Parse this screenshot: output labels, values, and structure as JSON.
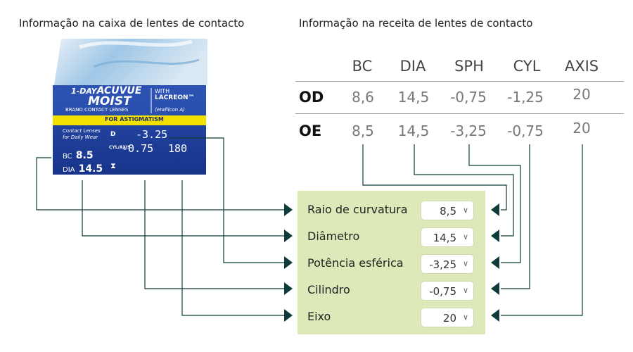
{
  "headings": {
    "box_info": "Informação na caixa de lentes de contacto",
    "prescription_info": "Informação na receita de lentes de contacto"
  },
  "prescription": {
    "columns": [
      "BC",
      "DIA",
      "SPH",
      "CYL",
      "AXIS"
    ],
    "rows": [
      {
        "label": "OD",
        "values": [
          "8,6",
          "14,5",
          "-0,75",
          "-1,25",
          "20"
        ]
      },
      {
        "label": "OE",
        "values": [
          "8,5",
          "14,5",
          "-3,25",
          "-0,75",
          "20"
        ]
      }
    ]
  },
  "box": {
    "brand_prefix": "1-DAY",
    "brand_name": "ACUVUE",
    "product": "MOIST",
    "with_label": "WITH",
    "lacreon": "LACREON™",
    "subtitle": "BRAND CONTACT LENSES",
    "material": "(etafilcon A)",
    "variant": "FOR ASTIGMATISM",
    "usage_line1": "Contact Lenses",
    "usage_line2": "for Daily Wear",
    "d_label": "D",
    "sph": "-3.25",
    "cyl_label": "CYL/AXIS",
    "cyl": "-0.75",
    "axis": "180",
    "bc_label": "BC",
    "bc": "8.5",
    "dia_label": "DIA",
    "dia": "14.5"
  },
  "form": {
    "fields": [
      {
        "label": "Raio de curvatura",
        "value": "8,5"
      },
      {
        "label": "Diâmetro",
        "value": "14,5"
      },
      {
        "label": "Potência esférica",
        "value": "-3,25"
      },
      {
        "label": "Cilindro",
        "value": "-0,75"
      },
      {
        "label": "Eixo",
        "value": "20"
      }
    ]
  },
  "colors": {
    "arrow": "#0f3b38",
    "box_blue": "#1f3e9e",
    "box_yellow": "#f2e000",
    "panel": "#dde9b9"
  }
}
